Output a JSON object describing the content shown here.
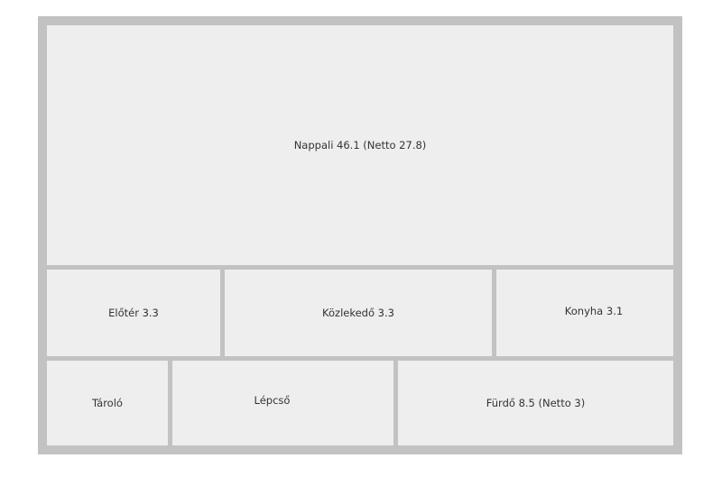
{
  "rooms": [
    {
      "id": "nappali",
      "label": "Nappali 46.1 (Netto 27.8)"
    },
    {
      "id": "eloter",
      "label": "Előtér 3.3"
    },
    {
      "id": "kozlekedo",
      "label": "Közlekedő 3.3"
    },
    {
      "id": "konyha",
      "label": "Konyha 3.1"
    },
    {
      "id": "tarolo",
      "label": "Tároló"
    },
    {
      "id": "lepcso",
      "label": "Lépcső"
    },
    {
      "id": "furdo",
      "label": "Fürdő 8.5 (Netto 3)"
    }
  ]
}
